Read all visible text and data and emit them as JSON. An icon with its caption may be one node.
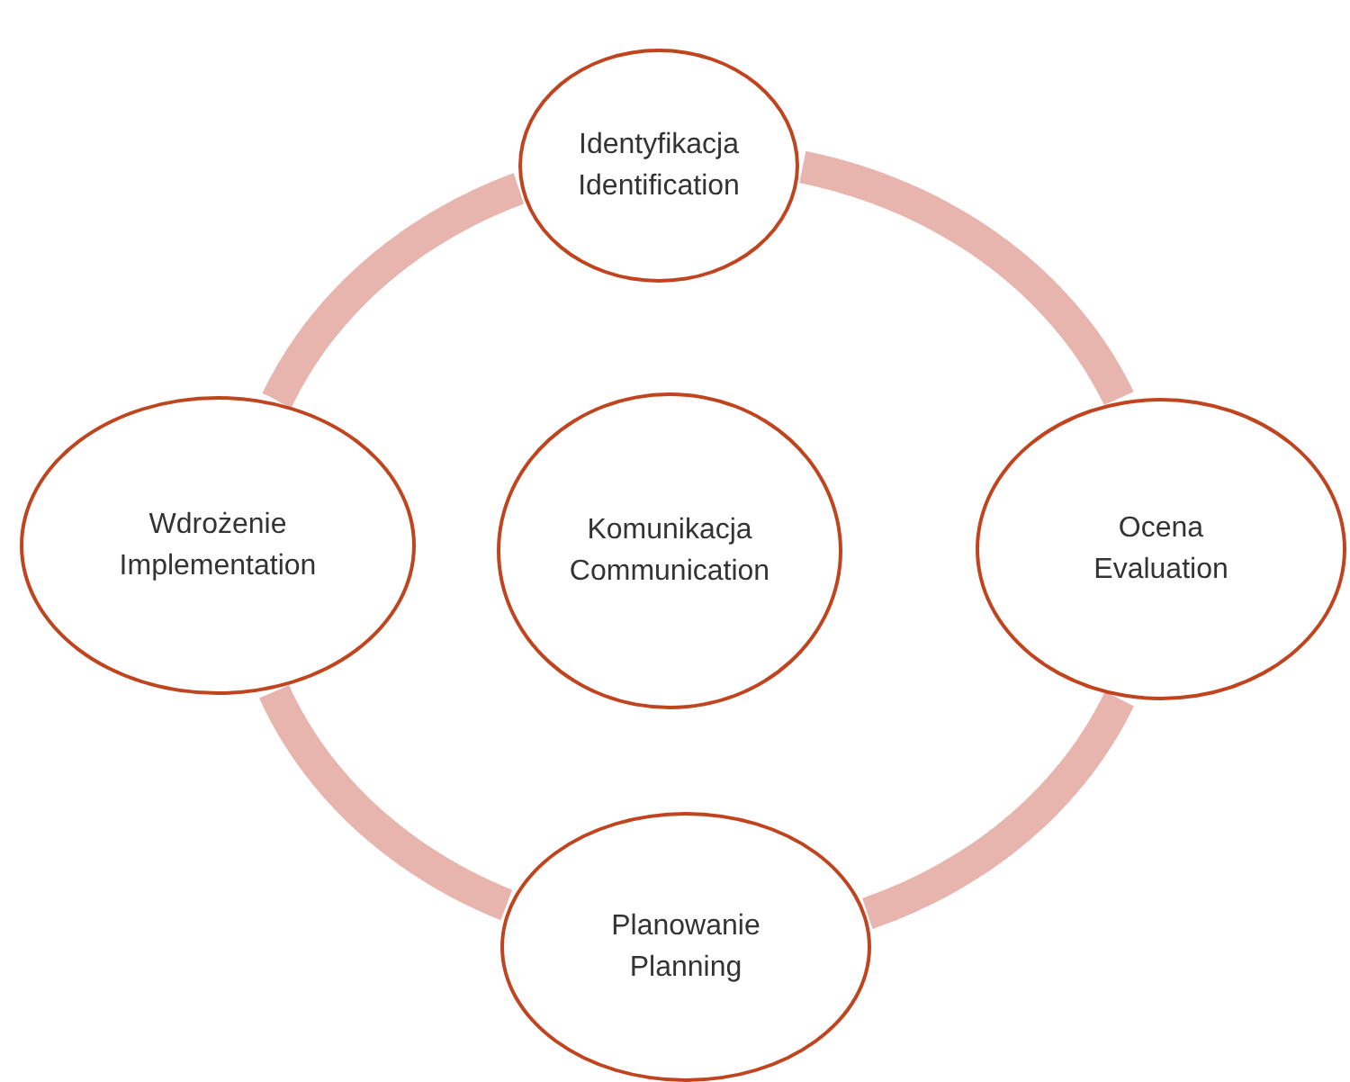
{
  "diagram": {
    "nodes": [
      {
        "text": [
          "Identyfikacja",
          "Identification"
        ]
      },
      {
        "text": [
          "Wdrożenie",
          "Implementation"
        ]
      },
      {
        "text": [
          "Komunikacja",
          "Communication"
        ]
      },
      {
        "text": [
          "Ocena",
          "Evaluation"
        ]
      },
      {
        "text": [
          "Planowanie",
          "Planning"
        ]
      }
    ],
    "edges": [
      {
        "from": 0,
        "to": 3,
        "arrow": "none"
      },
      {
        "from": 3,
        "to": 4,
        "arrow": "none"
      },
      {
        "from": 4,
        "to": 1,
        "arrow": "none"
      },
      {
        "from": 1,
        "to": 0,
        "arrow": "none"
      }
    ]
  }
}
